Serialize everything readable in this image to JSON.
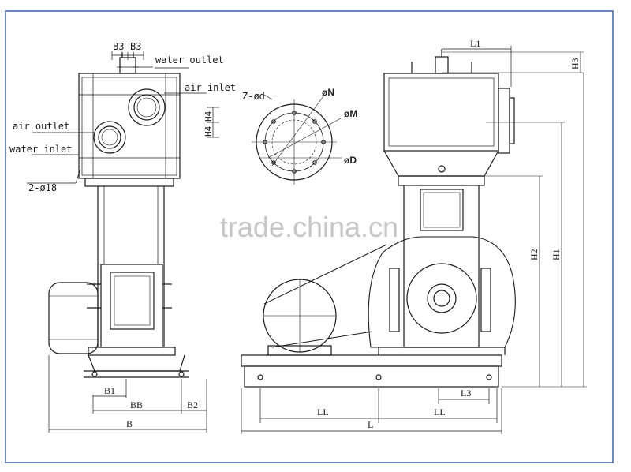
{
  "side_view": {
    "labels": {
      "b3_left": "B3",
      "b3_right": "B3",
      "water_outlet": "water outlet",
      "air_inlet": "air inlet",
      "air_outlet": "air outlet",
      "water_inlet": "water inlet",
      "h4_a": "H4",
      "h4_b": "H4",
      "bolt_holes": "2-ø18",
      "b1": "B1",
      "bb": "BB",
      "b2": "B2",
      "b": "B"
    }
  },
  "flange_view": {
    "labels": {
      "z_d": "Z-ød",
      "n": "øN",
      "m": "øM",
      "d": "øD"
    }
  },
  "front_view": {
    "labels": {
      "l1": "L1",
      "h3": "H3",
      "h2": "H2",
      "h1": "H1",
      "l3": "L3",
      "ll_left": "LL",
      "ll_right": "LL",
      "l": "L"
    }
  },
  "watermark": {
    "text": "trade.china.cn"
  },
  "colors": {
    "line": "#1a1a1a",
    "border": "#3a5fb0",
    "watermark": "#b8b8b8",
    "background": "#ffffff"
  }
}
